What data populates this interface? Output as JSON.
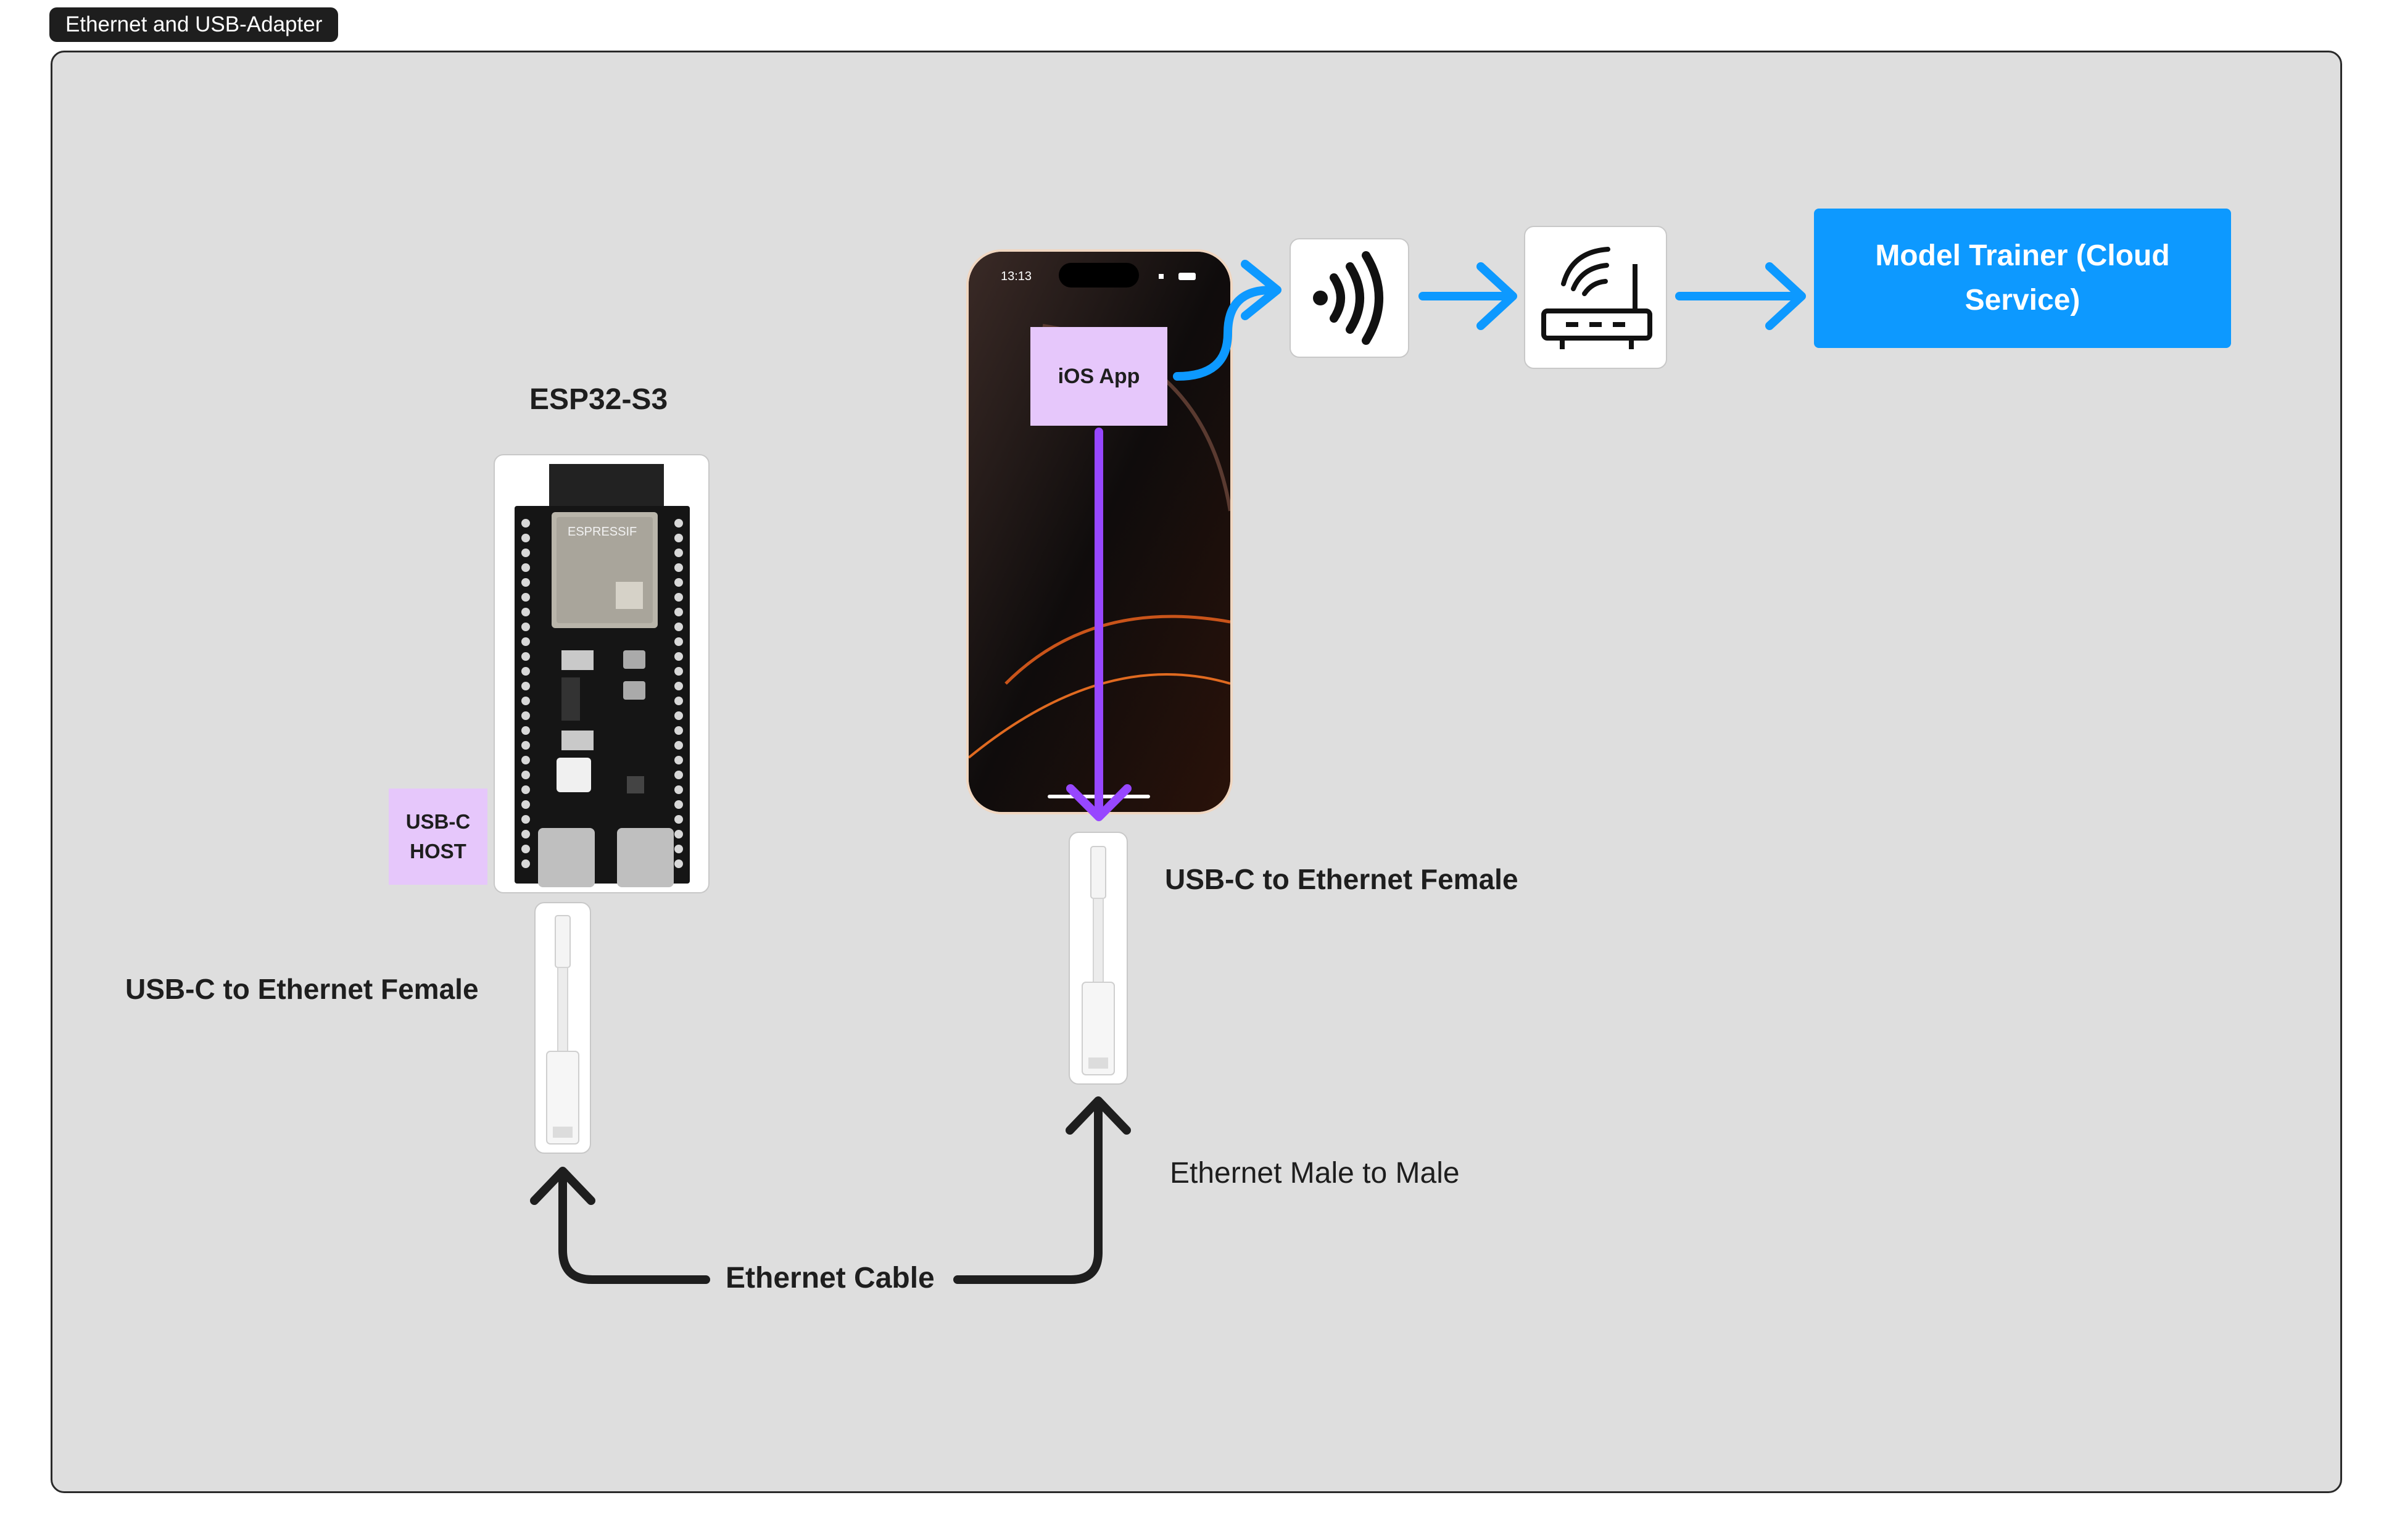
{
  "frame": {
    "title": "Ethernet and USB-Adapter"
  },
  "esp": {
    "title": "ESP32-S3",
    "usb_host_label": "USB-C HOST",
    "adapter_label": "USB-C to Ethernet Female",
    "brand": "ESPRESSIF"
  },
  "phone": {
    "time": "13:13",
    "app_label": "iOS App",
    "adapter_label": "USB-C to Ethernet Female",
    "cable_label": "Ethernet Male to Male"
  },
  "cable": {
    "label": "Ethernet Cable"
  },
  "cloud": {
    "label": "Model Trainer (Cloud Service)"
  },
  "colors": {
    "arrow_blue": "#0d99ff",
    "arrow_purple": "#9747ff",
    "cable_dark": "#1e1e1e",
    "frame_bg": "#dedede",
    "label_purple": "#e6c7fb"
  },
  "icons": [
    "wireless-signal-icon",
    "router-icon"
  ]
}
